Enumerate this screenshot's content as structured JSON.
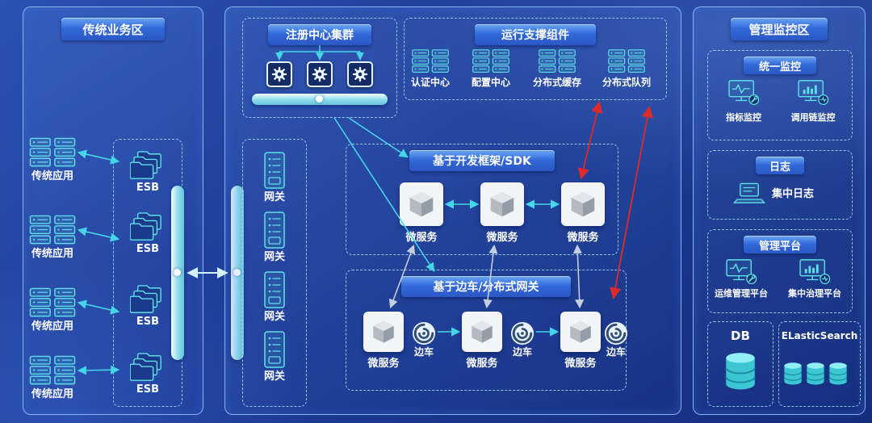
{
  "zones": {
    "traditional": {
      "title": "传统业务区",
      "apps": [
        "传统应用",
        "传统应用",
        "传统应用",
        "传统应用"
      ],
      "esb": [
        "ESB",
        "ESB",
        "ESB",
        "ESB"
      ]
    },
    "middle": {
      "registry": {
        "title": "注册中心集群"
      },
      "runtime": {
        "title": "运行支撑组件",
        "items": [
          "认证中心",
          "配置中心",
          "分布式缓存",
          "分布式队列"
        ]
      },
      "gateways": [
        "网关",
        "网关",
        "网关",
        "网关"
      ],
      "sdk": {
        "title": "基于开发框架/SDK",
        "services": [
          "微服务",
          "微服务",
          "微服务"
        ]
      },
      "sidecar": {
        "title": "基于边车/分布式网关",
        "services": [
          "微服务",
          "微服务",
          "微服务"
        ],
        "cars": [
          "边车",
          "边车",
          "边车"
        ]
      }
    },
    "management": {
      "title": "管理监控区",
      "monitoring": {
        "title": "统一监控",
        "items": [
          "指标监控",
          "调用链监控"
        ]
      },
      "logs": {
        "title": "日志",
        "item": "集中日志"
      },
      "platform": {
        "title": "管理平台",
        "items": [
          "运维管理平台",
          "集中治理平台"
        ]
      },
      "db": {
        "title": "DB"
      },
      "es": {
        "title": "ELasticSearch"
      }
    }
  },
  "colors": {
    "background": "#1d3c96",
    "accent_teal": "#45d6e8",
    "icon_teal": "#5fe0e6",
    "arrow_gray": "#c3cede",
    "arrow_red": "#e02a2a",
    "panel_border": "#96c8ff"
  }
}
